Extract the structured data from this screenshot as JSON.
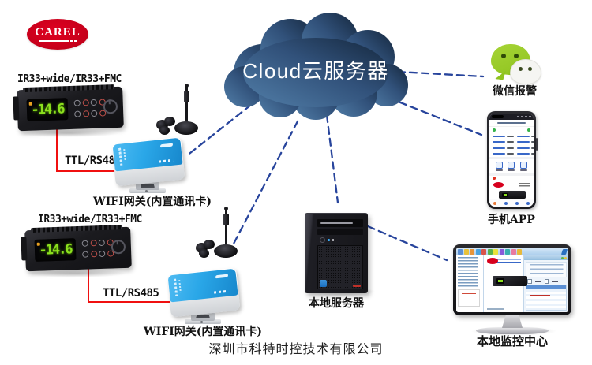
{
  "brand": {
    "logo_text": "CAREL"
  },
  "cloud": {
    "label": "Cloud云服务器"
  },
  "station1": {
    "model": "IR33+wide/IR33+FMC",
    "display": "-14.6",
    "bus": "TTL/RS485",
    "gateway": "WIFI网关(内置通讯卡)"
  },
  "station2": {
    "model": "IR33+wide/IR33+FMC",
    "display": "-14.6",
    "bus": "TTL/RS485",
    "gateway": "WIFI网关(内置通讯卡)"
  },
  "wechat": {
    "label": "微信报警"
  },
  "phone": {
    "label": "手机APP"
  },
  "server": {
    "label": "本地服务器"
  },
  "monitor": {
    "label": "本地监控中心"
  },
  "footer": {
    "company": "深圳市科特时控技术有限公司"
  },
  "colors": {
    "carel_red": "#d7001d",
    "cloud_light": "#4e7ca7",
    "cloud_dark": "#16293e",
    "dashed_link_blue": "#27449c",
    "wire_red": "#f01010",
    "gateway_blue": "#2aa7e8",
    "wechat_green": "#8fc31f",
    "lcd_green": "#8be01e"
  }
}
